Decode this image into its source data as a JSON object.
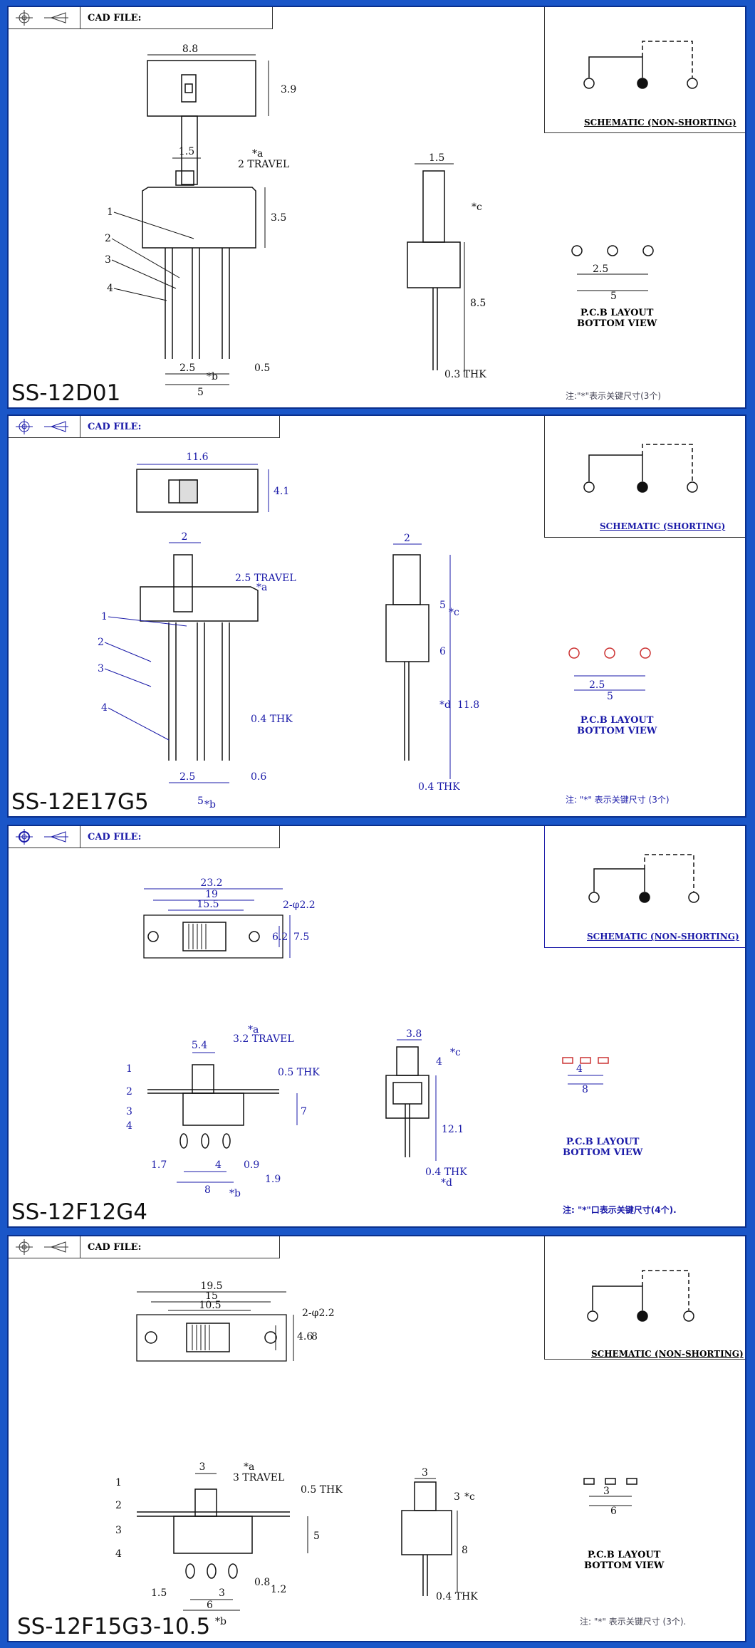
{
  "cad_label": "CAD FILE:",
  "panels": [
    {
      "model": "SS-12D01",
      "schematic": "SCHEMATIC (NON-SHORTING)",
      "pcb_line1": "P.C.B LAYOUT",
      "pcb_line2": "BOTTOM VIEW",
      "note": "注:\"*\"表示关键尺寸(3个)",
      "color": "#111111",
      "dims": {
        "top_width": "8.8",
        "top_height": "3.9",
        "lever": "1.5",
        "travel": "2 TRAVEL",
        "a": "*a",
        "body_h": "3.5",
        "pitch": "2.5",
        "b": "*b",
        "pin": "0.5",
        "total": "5",
        "side_lever": "1.5",
        "c": "*c",
        "side_h": "8.5",
        "thk": "0.3 THK",
        "pcb_pitch": "2.5",
        "pcb_total": "5"
      },
      "callouts": [
        "1",
        "2",
        "3",
        "4"
      ]
    },
    {
      "model": "SS-12E17G5",
      "schematic": "SCHEMATIC (SHORTING)",
      "pcb_line1": "P.C.B LAYOUT",
      "pcb_line2": "BOTTOM VIEW",
      "note": "注: \"*\" 表示关键尺寸 (3个)",
      "color": "#1a1aa8",
      "dims": {
        "top_width": "11.6",
        "top_height": "4.1",
        "lever": "2",
        "travel": "2.5 TRAVEL",
        "a": "*a",
        "pin_thk": "0.4 THK",
        "pitch": "2.5",
        "b": "*b",
        "pin": "0.6",
        "total": "5",
        "side_lever": "2",
        "c": "*c",
        "c_val": "5",
        "d": "*d",
        "d_val": "6",
        "side_h": "11.8",
        "thk": "0.4 THK",
        "pcb_pitch": "2.5",
        "pcb_total": "5"
      },
      "callouts": [
        "1",
        "2",
        "3",
        "4"
      ]
    },
    {
      "model": "SS-12F12G4",
      "schematic": "SCHEMATIC (NON-SHORTING)",
      "pcb_line1": "P.C.B LAYOUT",
      "pcb_line2": "BOTTOM VIEW",
      "note": "注: \"*\"口表示关键尺寸(4个).",
      "color": "#1a1aa8",
      "dims": {
        "w1": "23.2",
        "w2": "19",
        "w3": "15.5",
        "hole": "2-φ2.2",
        "h1": "6.2",
        "h2": "7.5",
        "lever": "5.4",
        "travel": "3.2 TRAVEL",
        "a": "*a",
        "plate_thk": "0.5 THK",
        "body_h": "7",
        "left": "1.7",
        "pitch": "4",
        "pin": "0.9",
        "total": "8",
        "b": "*b",
        "pin_h": "1.9",
        "side_w": "3.8",
        "c": "*c",
        "c_val": "4",
        "side_h": "12.1",
        "thk": "0.4 THK",
        "d": "*d",
        "pcb_pitch": "4",
        "pcb_total": "8"
      },
      "callouts": [
        "1",
        "2",
        "3",
        "4"
      ]
    },
    {
      "model": "SS-12F15G3-10.5",
      "schematic": "SCHEMATIC (NON-SHORTING)",
      "pcb_line1": "P.C.B LAYOUT",
      "pcb_line2": "BOTTOM VIEW",
      "note": "注: \"*\" 表示关键尺寸 (3个).",
      "color": "#111111",
      "dims": {
        "w1": "19.5",
        "w2": "15",
        "w3": "10.5",
        "hole": "2-φ2.2",
        "h1": "4.6",
        "h2": "8",
        "lever": "3",
        "travel": "3 TRAVEL",
        "a": "*a",
        "plate_thk": "0.5 THK",
        "body_h": "5",
        "left": "1.5",
        "pitch": "3",
        "pin": "0.8",
        "total": "6",
        "b": "*b",
        "pin_h": "1.2",
        "side_w": "3",
        "c": "*c",
        "c_val": "3",
        "side_h": "8",
        "thk": "0.4 THK",
        "pcb_pitch": "3",
        "pcb_total": "6"
      },
      "callouts": [
        "1",
        "2",
        "3",
        "4"
      ]
    }
  ]
}
